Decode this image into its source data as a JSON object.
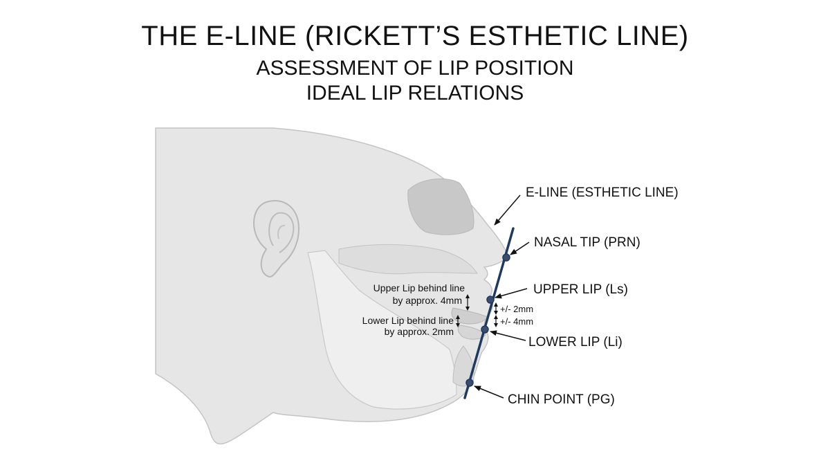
{
  "header": {
    "title": "THE E-LINE (RICKETT’S ESTHETIC LINE)",
    "subtitle_1": "ASSESSMENT OF LIP POSITION",
    "subtitle_2": "IDEAL LIP RELATIONS"
  },
  "labels": {
    "e_line": "E-LINE (ESTHETIC LINE)",
    "nasal_tip": "NASAL TIP (PRN)",
    "upper_lip": "UPPER LIP (Ls)",
    "lower_lip": "LOWER LIP (Li)",
    "chin_point": "CHIN POINT (PG)"
  },
  "notes": {
    "upper_line1": "Upper Lip behind line",
    "upper_line2": "by approx. 4mm",
    "lower_line1": "Lower Lip behind line",
    "lower_line2": "by approx. 2mm"
  },
  "measurements": {
    "upper": "+/- 2mm",
    "lower": "+/- 4mm"
  },
  "colors": {
    "e_line": "#1f3a5f",
    "head_fill": "#e6e6e6",
    "head_stroke": "#bdbdbd",
    "shade": "#c8c8c8"
  }
}
